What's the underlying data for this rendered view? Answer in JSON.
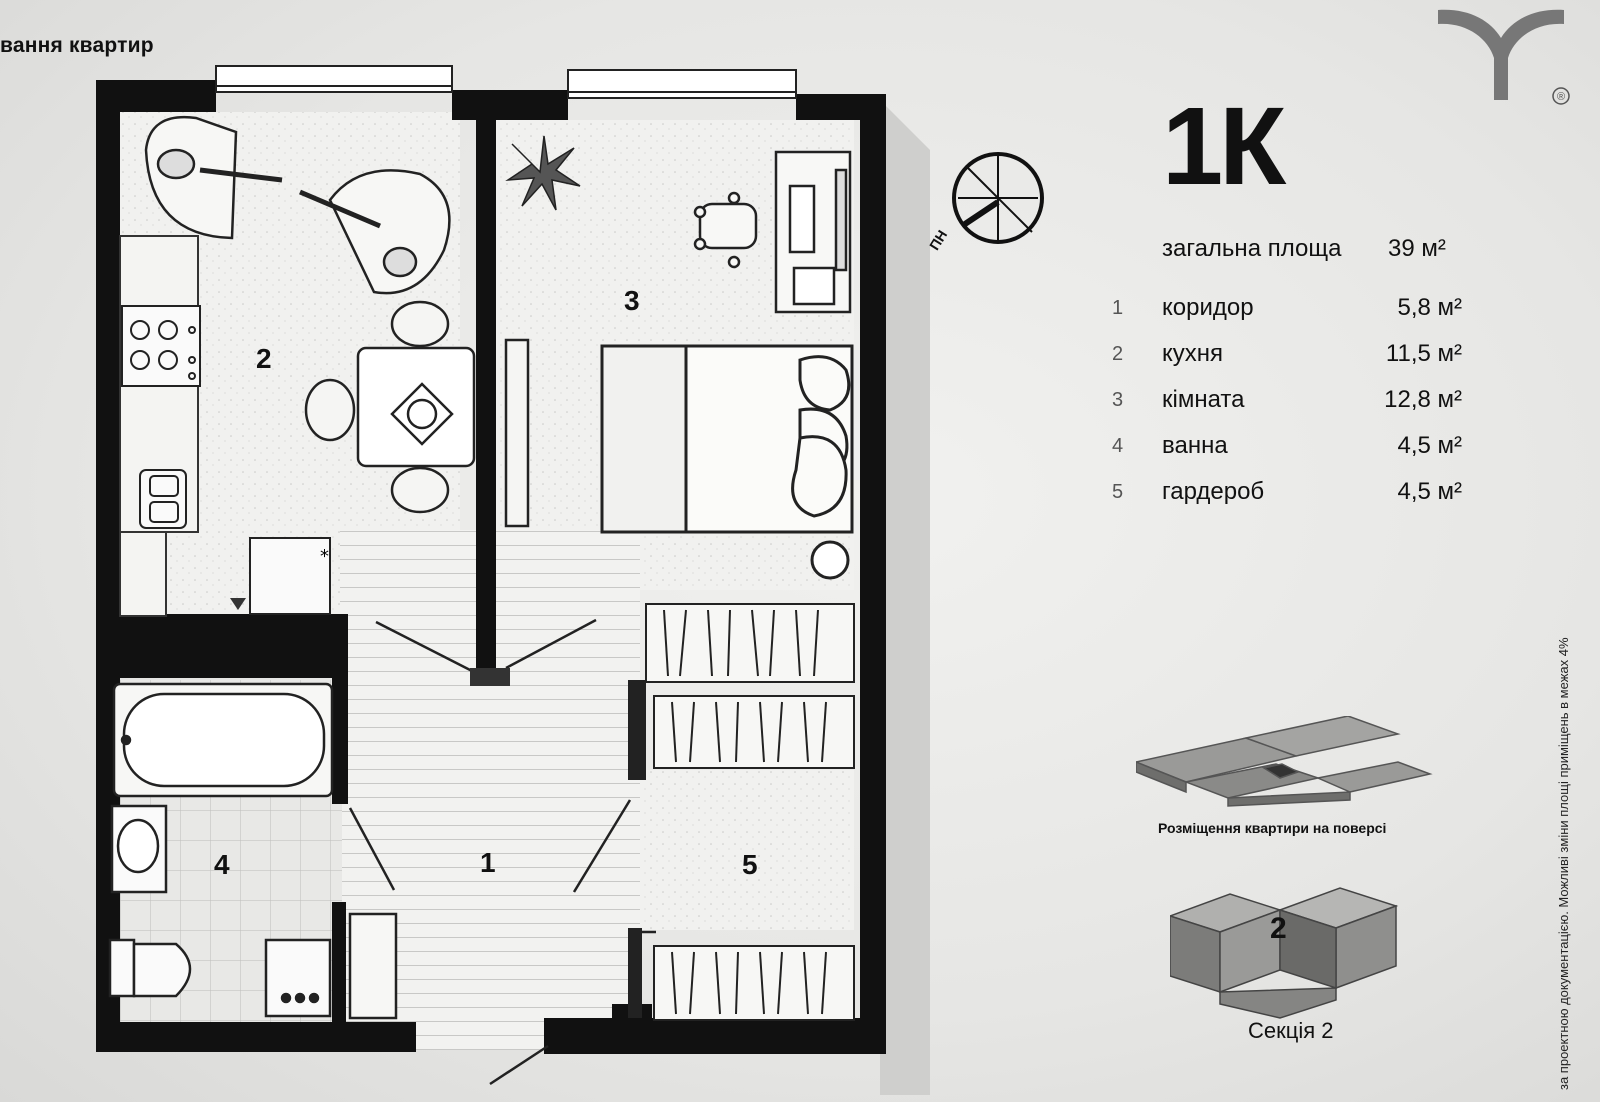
{
  "header": {
    "title": "вання квартир"
  },
  "apartment": {
    "type": "1К",
    "total_label": "загальна площа",
    "total_value": "39 м²"
  },
  "rooms": [
    {
      "num": "1",
      "name": "коридор",
      "area": "5,8 м²"
    },
    {
      "num": "2",
      "name": "кухня",
      "area": "11,5 м²"
    },
    {
      "num": "3",
      "name": "кімната",
      "area": "12,8 м²"
    },
    {
      "num": "4",
      "name": "ванна",
      "area": "4,5 м²"
    },
    {
      "num": "5",
      "name": "гардероб",
      "area": "4,5 м²"
    }
  ],
  "plan_labels": {
    "r1": "1",
    "r2": "2",
    "r3": "3",
    "r4": "4",
    "r5": "5"
  },
  "compass": {
    "label": "ПН",
    "icon": "north-compass-icon"
  },
  "floor_caption": "Розміщення квартири на поверсі",
  "section": {
    "number": "2",
    "caption": "Секція 2"
  },
  "side_note": "за проектною документацією. Можливі зміни площі приміщень в межах 4%",
  "logo": {
    "icon": "developer-logo-icon",
    "mark": "®"
  },
  "colors": {
    "wall": "#111111",
    "floor": "#f3f3f1",
    "paper": "#e9e9e7",
    "accent_block": "#3a3a3a"
  }
}
